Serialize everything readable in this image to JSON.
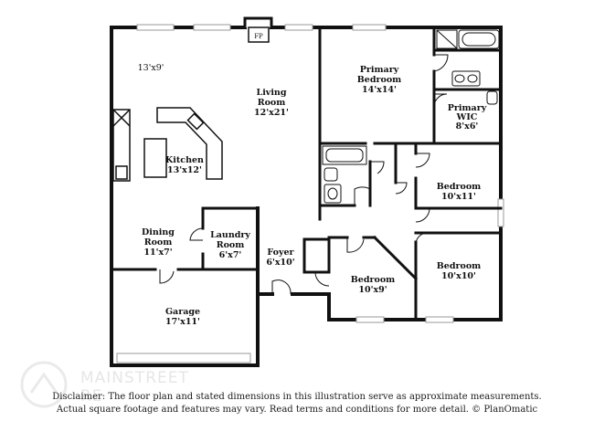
{
  "rooms": {
    "porch": {
      "dim": "13'x9'"
    },
    "living": {
      "line1": "Living",
      "line2": "Room",
      "dim": "12'x21'"
    },
    "primary": {
      "line1": "Primary",
      "line2": "Bedroom",
      "dim": "14'x14'"
    },
    "wic": {
      "line1": "Primary",
      "line2": "WIC",
      "dim": "8'x6'"
    },
    "kitchen": {
      "line1": "Kitchen",
      "dim": "13'x12'"
    },
    "bed_ne": {
      "line1": "Bedroom",
      "dim": "10'x11'"
    },
    "dining": {
      "line1": "Dining",
      "line2": "Room",
      "dim": "11'x7'"
    },
    "laundry": {
      "line1": "Laundry",
      "line2": "Room",
      "dim": "6'x7'"
    },
    "foyer": {
      "line1": "Foyer",
      "dim": "6'x10'"
    },
    "bed_se": {
      "line1": "Bedroom",
      "dim": "10'x10'"
    },
    "bed_s": {
      "line1": "Bedroom",
      "dim": "10'x9'"
    },
    "garage": {
      "line1": "Garage",
      "dim": "17'x11'"
    }
  },
  "fireplace_label": "FP",
  "disclaimer": {
    "line1": "Disclaimer: The floor plan and stated dimensions in this illustration serve as approximate measurements.",
    "line2": "Actual square footage and features may vary. Read terms and conditions for more detail. © PlanOmatic"
  },
  "watermark": {
    "line1": "MAINSTREET",
    "line2": "RE"
  },
  "colors": {
    "wall": "#111111",
    "window": "#9a9a9a",
    "watermark": "#e6e6e6"
  }
}
